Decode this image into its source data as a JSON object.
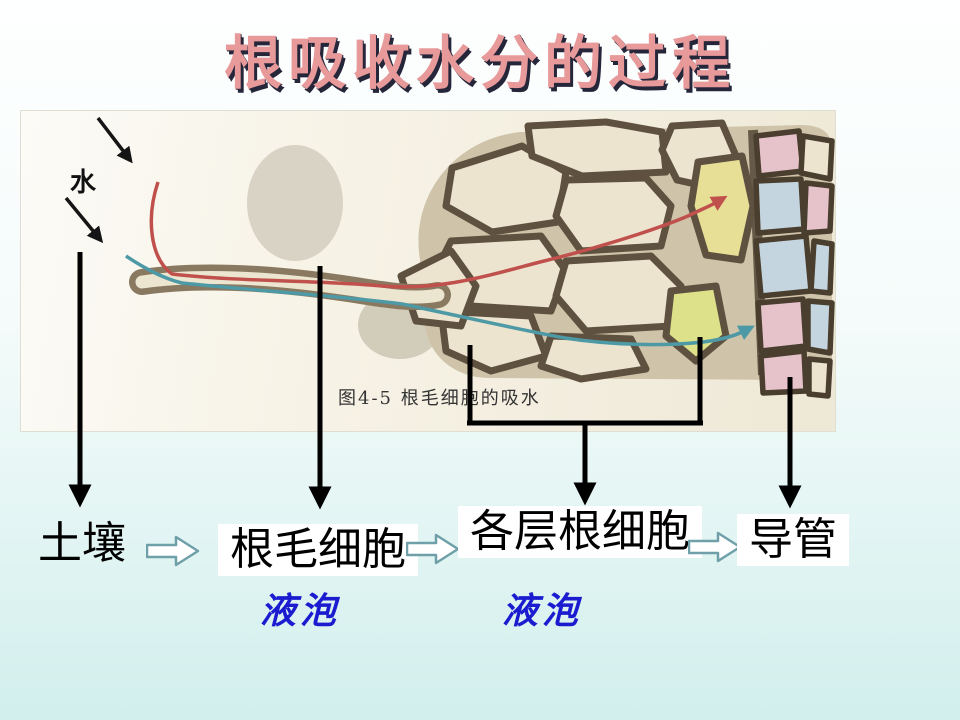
{
  "title": "根吸收水分的过程",
  "figure": {
    "water_label": "水",
    "caption": "图4-5  根毛细胞的吸水"
  },
  "flow": {
    "items": [
      {
        "label": "土壤"
      },
      {
        "label": "根毛细胞"
      },
      {
        "label": "各层根细胞"
      },
      {
        "label": "导管"
      }
    ],
    "vacuole_labels": [
      "液泡",
      "液泡"
    ]
  },
  "colors": {
    "title_text": "#e89a9a",
    "title_shadow": "#26263a",
    "vacuole_text": "#1b1bd0",
    "flow_arrow_outline": "#6f9fa8",
    "connector_arrow": "#000000",
    "red_water_path": "#c0504c",
    "teal_water_path": "#4d99a5",
    "cell_wall": "#5f5140",
    "background_bottom": "#d2efed"
  }
}
